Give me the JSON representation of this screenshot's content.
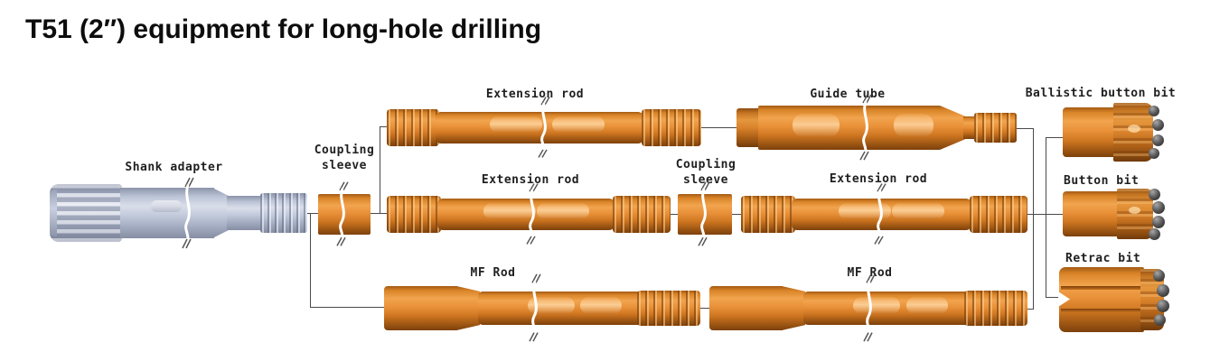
{
  "title": "T51 (2″) equipment for long-hole drilling",
  "colors": {
    "orange": "#E08A2E",
    "steel_gray": "#B9C2D6",
    "line": "#4A4A4A",
    "button": "#3F3F3F",
    "background": "#FFFFFF"
  },
  "components": {
    "shank_adapter": {
      "label": "Shank adapter"
    },
    "coupling_sleeve_a": {
      "label": "Coupling sleeve"
    },
    "extension_rod_top": {
      "label": "Extension rod"
    },
    "guide_tube": {
      "label": "Guide tube"
    },
    "ballistic_button_bit": {
      "label": "Ballistic button bit"
    },
    "extension_rod_mid_left": {
      "label": "Extension rod"
    },
    "coupling_sleeve_b": {
      "label": "Coupling sleeve"
    },
    "extension_rod_mid_right": {
      "label": "Extension rod"
    },
    "button_bit": {
      "label": "Button bit"
    },
    "mf_rod_left": {
      "label": "MF Rod"
    },
    "mf_rod_right": {
      "label": "MF Rod"
    },
    "retrac_bit": {
      "label": "Retrac bit"
    }
  }
}
